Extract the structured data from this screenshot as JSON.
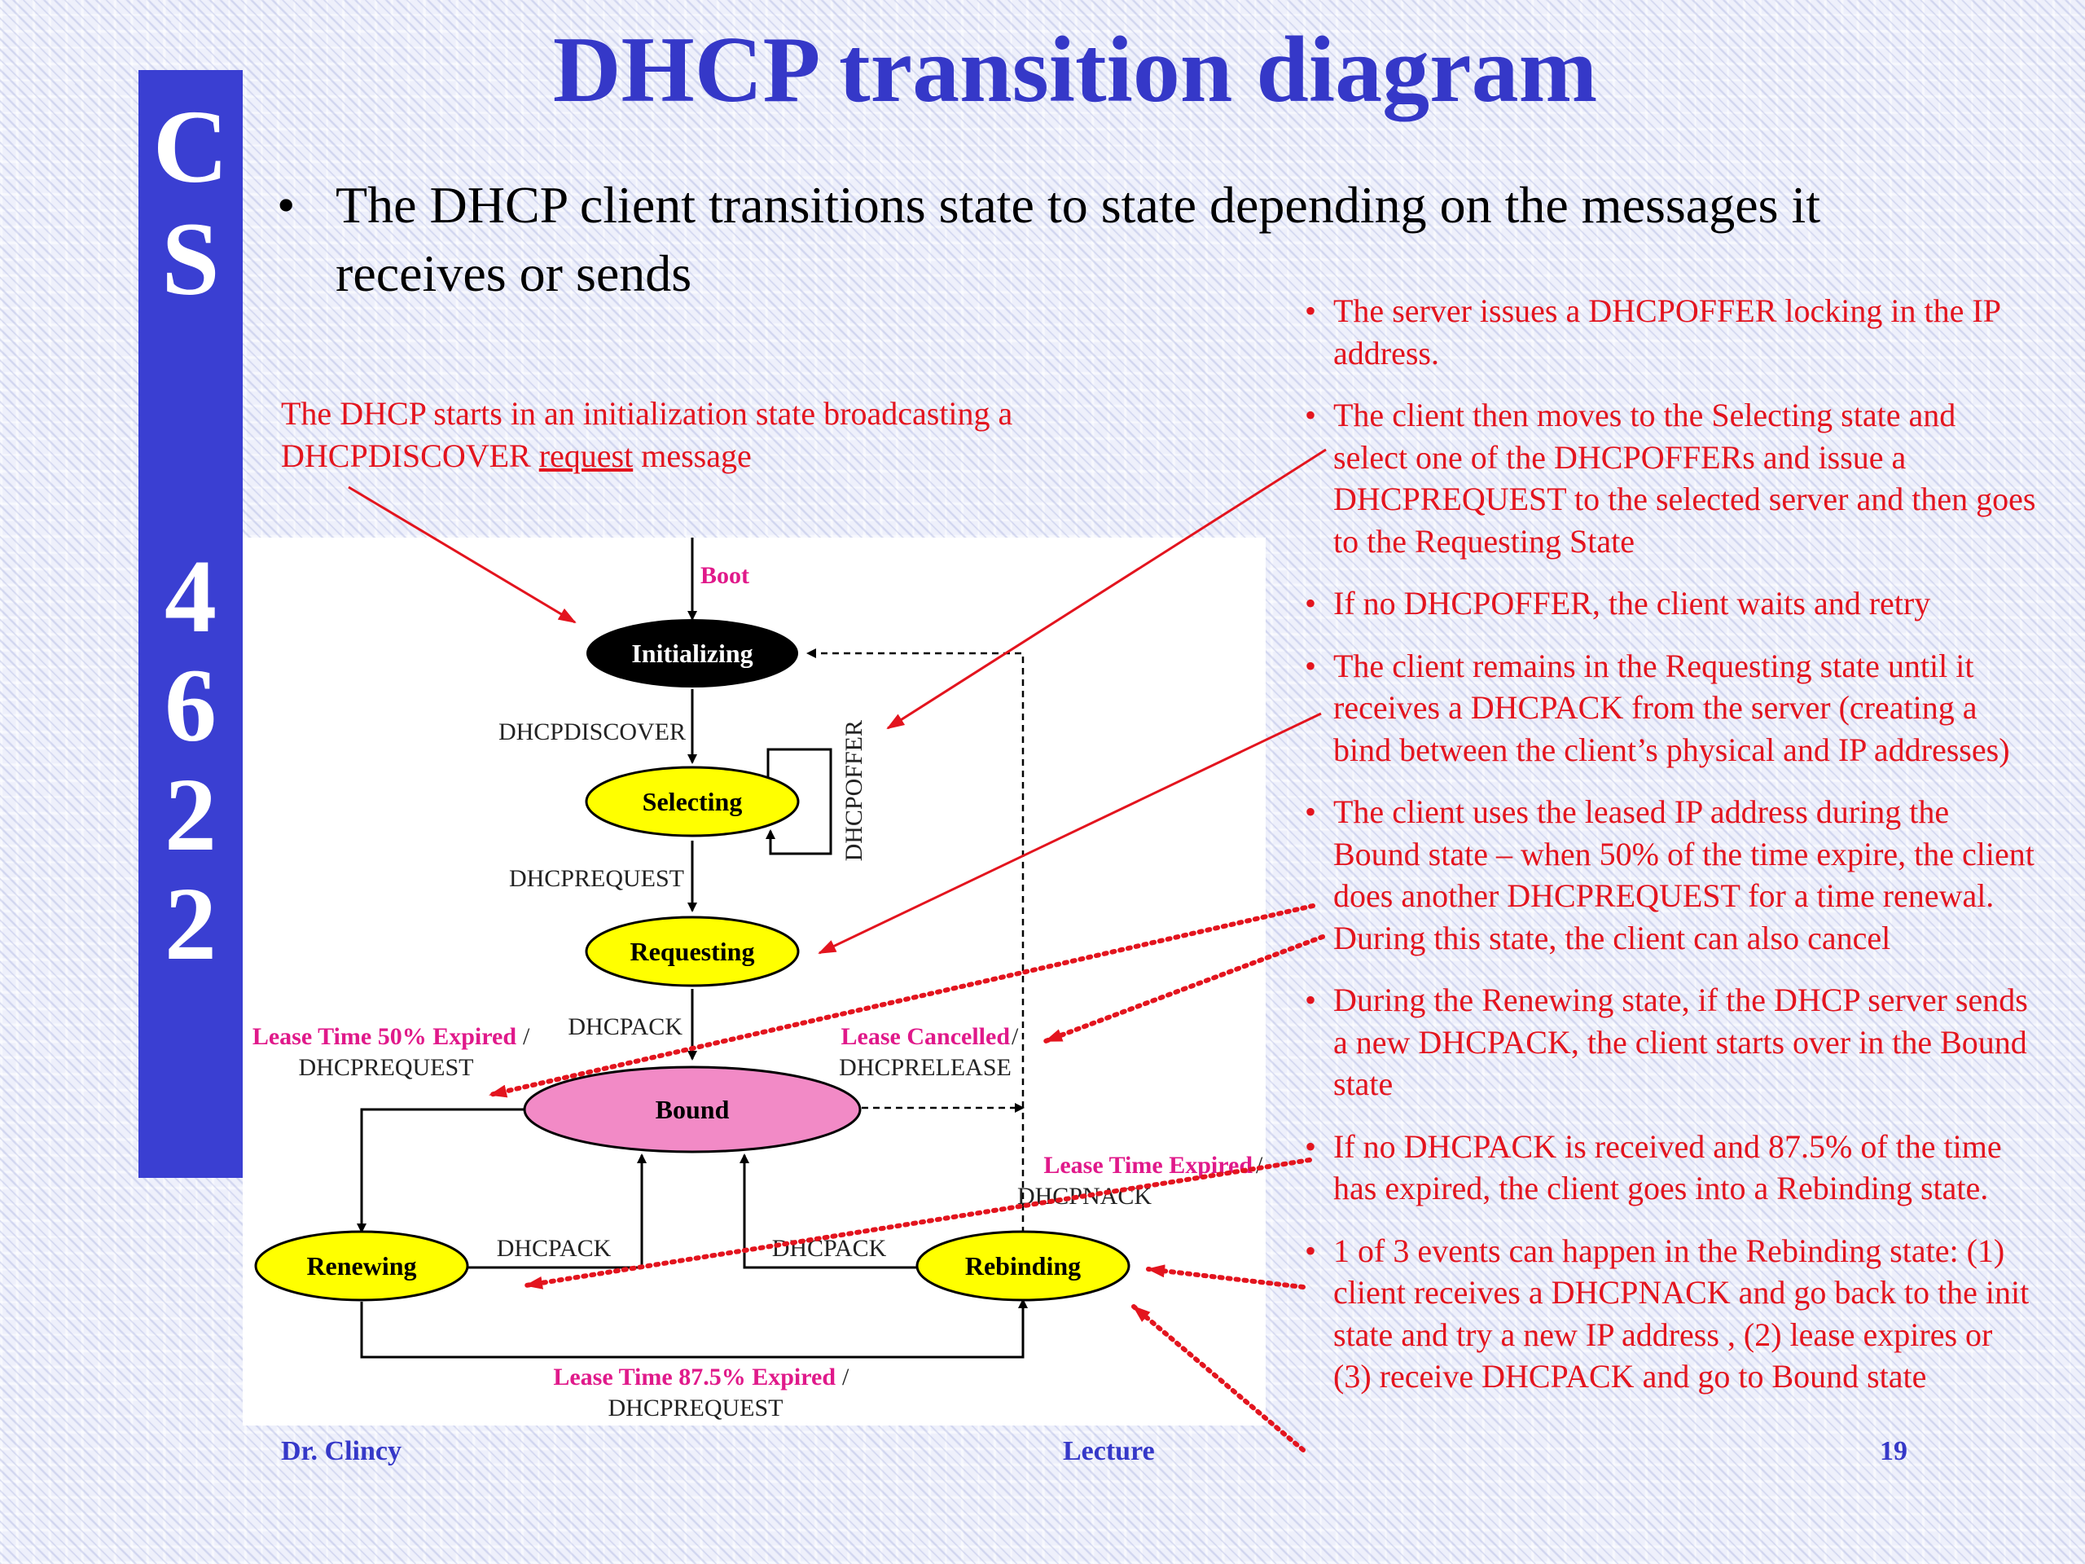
{
  "sidebar": {
    "letters": [
      "C",
      "S",
      "4",
      "6",
      "2",
      "2"
    ]
  },
  "title": "DHCP transition diagram",
  "bullet": "The DHCP client transitions state to state depending on the messages it receives or sends",
  "init_note": {
    "text": "The DHCP starts in an initialization state broadcasting a DHCPDISCOVER ",
    "underlined": "request",
    "tail": " message"
  },
  "notes": [
    "The server issues a DHCPOFFER locking in the IP address.",
    "The client then moves to the Selecting state and select one of the DHCPOFFERs and issue a DHCPREQUEST to the selected server and then goes to the Requesting State",
    "If no DHCPOFFER, the client waits and retry",
    "The client remains in the Requesting state until it receives a DHCPACK from the server (creating a bind between the client’s physical and IP addresses)",
    "The client uses the leased IP address during the Bound state – when 50% of the time expire, the client does another DHCPREQUEST for a time renewal. During this state, the client can also cancel",
    "During the Renewing state, if the DHCP server sends a new DHCPACK, the client starts over in the Bound state",
    "If no DHCPACK is received and 87.5% of the time has expired, the client goes into a Rebinding state.",
    "1 of 3 events can happen in the Rebinding state: (1) client receives a DHCPNACK and go back to the init state and try a new IP address , (2) lease expires or (3) receive DHCPACK and go to Bound state"
  ],
  "diagram": {
    "states": {
      "initializing": "Initializing",
      "selecting": "Selecting",
      "requesting": "Requesting",
      "bound": "Bound",
      "renewing": "Renewing",
      "rebinding": "Rebinding"
    },
    "labels": {
      "boot": "Boot",
      "dhcpdiscover": "DHCPDISCOVER",
      "dhcpoffer": "DHCPOFFER",
      "dhcprequest": "DHCPREQUEST",
      "dhcpack": "DHCPACK",
      "lease50_event": "Lease Time 50% Expired",
      "lease50_msg": "DHCPREQUEST",
      "cancel_event": "Lease Cancelled",
      "cancel_msg": "DHCPRELEASE",
      "expired_event": "Lease Time Expired",
      "expired_msg": "DHCPNACK",
      "renew_ack": "DHCPACK",
      "rebind_ack": "DHCPACK",
      "lease875_event": "Lease Time 87.5% Expired",
      "lease875_msg": "DHCPREQUEST",
      "slash": "/"
    }
  },
  "footer": {
    "author": "Dr. Clincy",
    "lecture": "Lecture",
    "page": "19"
  },
  "colors": {
    "accent_blue": "#3538c8",
    "note_red": "#e3141e",
    "label_magenta": "#e0198a",
    "state_yellow": "#ffff00",
    "bound_pink": "#f28ac6"
  }
}
